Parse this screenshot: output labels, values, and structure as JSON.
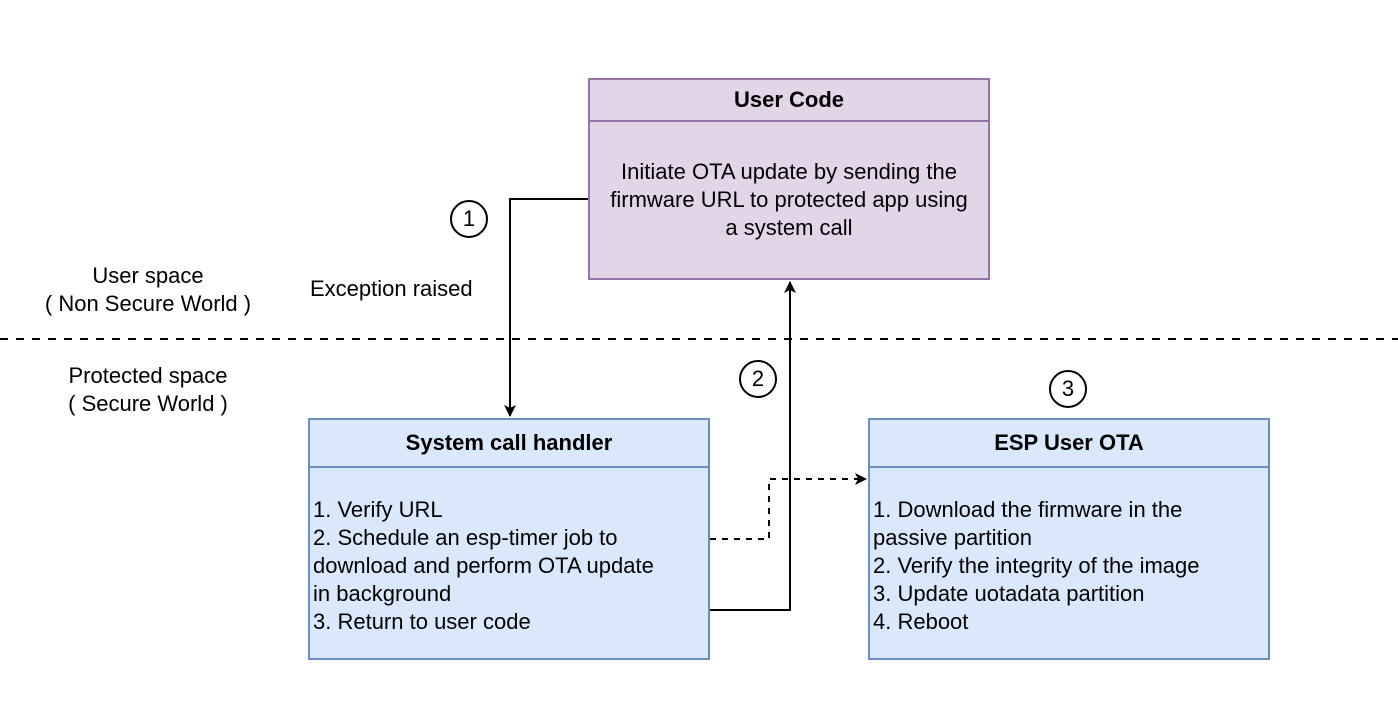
{
  "colors": {
    "user_fill": "#e1d5e7",
    "user_stroke": "#9673a6",
    "secure_fill": "#dae8fc",
    "secure_stroke": "#6c8ebf",
    "line": "#000000"
  },
  "regions": {
    "user_space": [
      "User space",
      "( Non Secure World )"
    ],
    "protected_space": [
      "Protected space",
      "( Secure World )"
    ]
  },
  "nodes": {
    "user_code": {
      "title": "User Code",
      "lines": [
        "Initiate OTA update by sending the",
        "firmware URL to protected app using",
        "a system call"
      ]
    },
    "syscall_handler": {
      "title": "System call handler",
      "lines": [
        "1. Verify URL",
        "2. Schedule an esp-timer job to",
        "download and perform OTA update",
        "in background",
        "3. Return to user code"
      ]
    },
    "esp_user_ota": {
      "title": "ESP User OTA",
      "lines": [
        "1. Download the firmware in the",
        "passive partition",
        "2. Verify the integrity of the image",
        "3. Update uotadata partition",
        "4. Reboot"
      ]
    }
  },
  "edge_labels": {
    "exception": "Exception raised"
  },
  "steps": [
    "1",
    "2",
    "3"
  ]
}
